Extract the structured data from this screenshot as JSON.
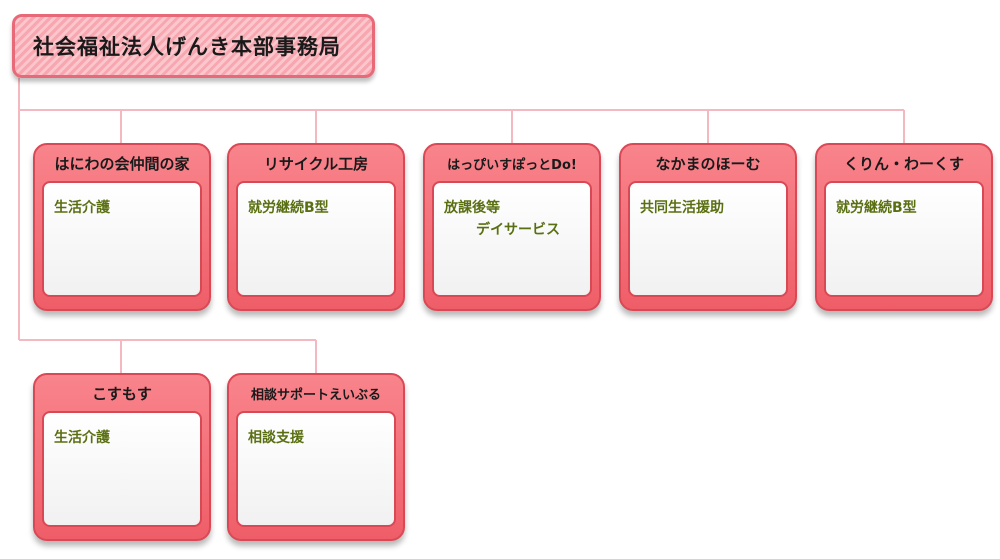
{
  "root": {
    "title": "社会福祉法人げんき本部事務局"
  },
  "units": [
    {
      "name": "はにわの会仲間の家",
      "services": [
        "生活介護"
      ]
    },
    {
      "name": "リサイクル工房",
      "services": [
        "就労継続B型"
      ]
    },
    {
      "name": "はっぴいすぽっとDo!",
      "services": [
        "放課後等",
        "デイサービス"
      ]
    },
    {
      "name": "なかまのほーむ",
      "services": [
        "共同生活援助"
      ]
    },
    {
      "name": "くりん・わーくす",
      "services": [
        "就労継続B型"
      ]
    },
    {
      "name": "こすもす",
      "services": [
        "生活介護"
      ]
    },
    {
      "name": "相談サポートえいぶる",
      "services": [
        "相談支援"
      ]
    }
  ],
  "colors": {
    "card_fill": "#f3707a",
    "card_border": "#d94855",
    "root_fill": "#f9b3bb",
    "connector": "#f4b8c1",
    "service_text": "#5a6f12"
  }
}
